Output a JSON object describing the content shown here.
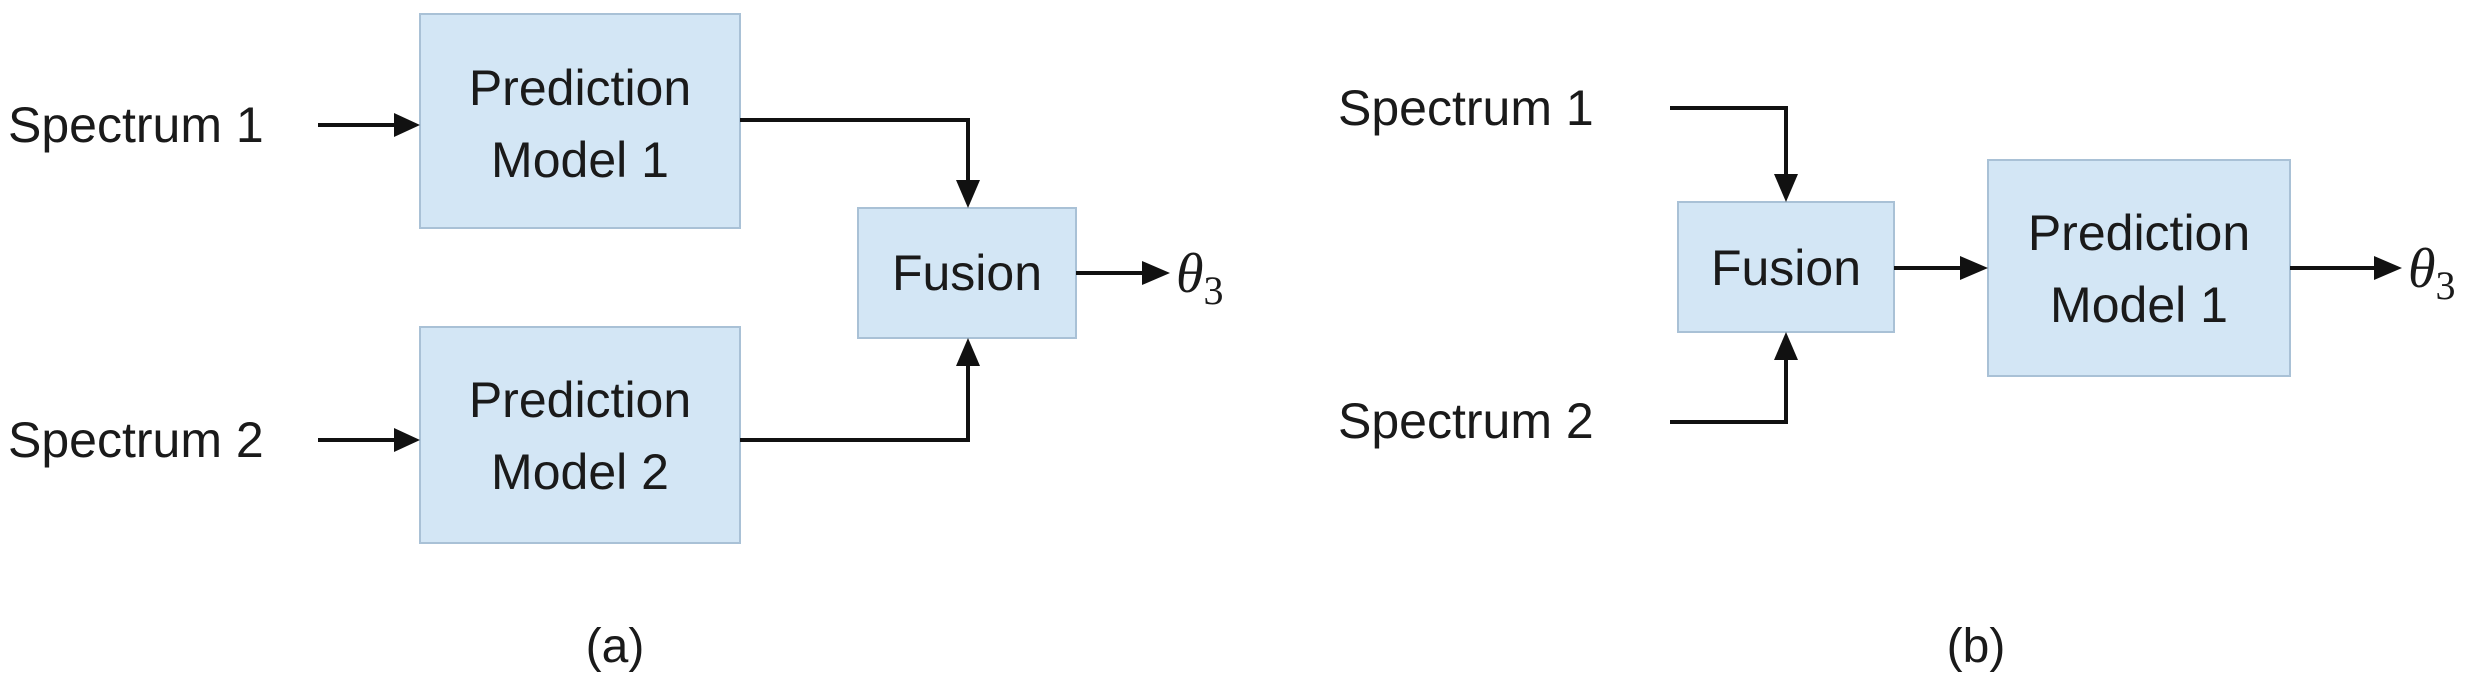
{
  "colors": {
    "box_fill": "#d3e6f5",
    "box_border": "#a9c1d6",
    "line": "#111111"
  },
  "diagram_a": {
    "caption": "(a)",
    "input_1": "Spectrum 1",
    "input_2": "Spectrum 2",
    "model_1": {
      "line1": "Prediction",
      "line2": "Model 1"
    },
    "model_2": {
      "line1": "Prediction",
      "line2": "Model 2"
    },
    "fusion": "Fusion",
    "output": {
      "symbol": "θ",
      "subscript": "3"
    }
  },
  "diagram_b": {
    "caption": "(b)",
    "input_1": "Spectrum 1",
    "input_2": "Spectrum 2",
    "fusion": "Fusion",
    "model": {
      "line1": "Prediction",
      "line2": "Model 1"
    },
    "output": {
      "symbol": "θ",
      "subscript": "3"
    }
  }
}
